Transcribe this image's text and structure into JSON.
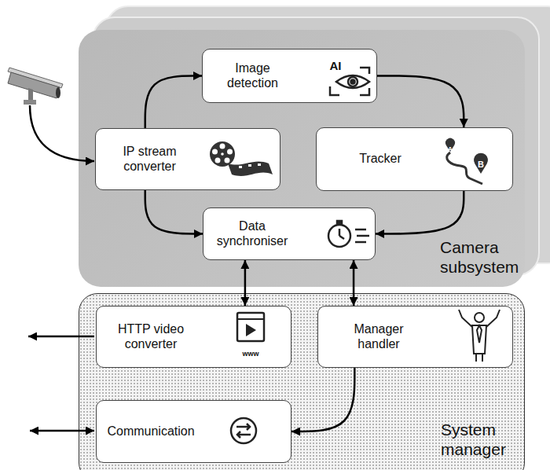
{
  "diagram": {
    "nodes": [
      {
        "text": [
          "Camera subsystem"
        ]
      },
      {
        "text": [
          "Image detection"
        ],
        "in": 0
      },
      {
        "text": [
          "IP stream converter"
        ],
        "in": 0
      },
      {
        "text": [
          "Tracker"
        ],
        "in": 0
      },
      {
        "text": [
          "Data synchroniser"
        ],
        "in": 0
      },
      {
        "text": [
          "System manager"
        ]
      },
      {
        "text": [
          "HTTP video converter"
        ],
        "in": 5
      },
      {
        "text": [
          "Manager handler"
        ],
        "in": 5
      },
      {
        "text": [
          "Communication"
        ],
        "in": 5
      }
    ],
    "edges": [
      {
        "from": 2,
        "to": 1,
        "arrow": "to"
      },
      {
        "from": 1,
        "to": 3,
        "arrow": "to"
      },
      {
        "from": 2,
        "to": 4,
        "arrow": "to"
      },
      {
        "from": 3,
        "to": 4,
        "arrow": "to"
      },
      {
        "from": 4,
        "to": 6,
        "arrow": "both"
      },
      {
        "from": 4,
        "to": 7,
        "arrow": "both"
      },
      {
        "from": 7,
        "to": 8,
        "arrow": "to"
      }
    ],
    "labels": [
      "AI",
      "A",
      "B",
      "www"
    ]
  }
}
